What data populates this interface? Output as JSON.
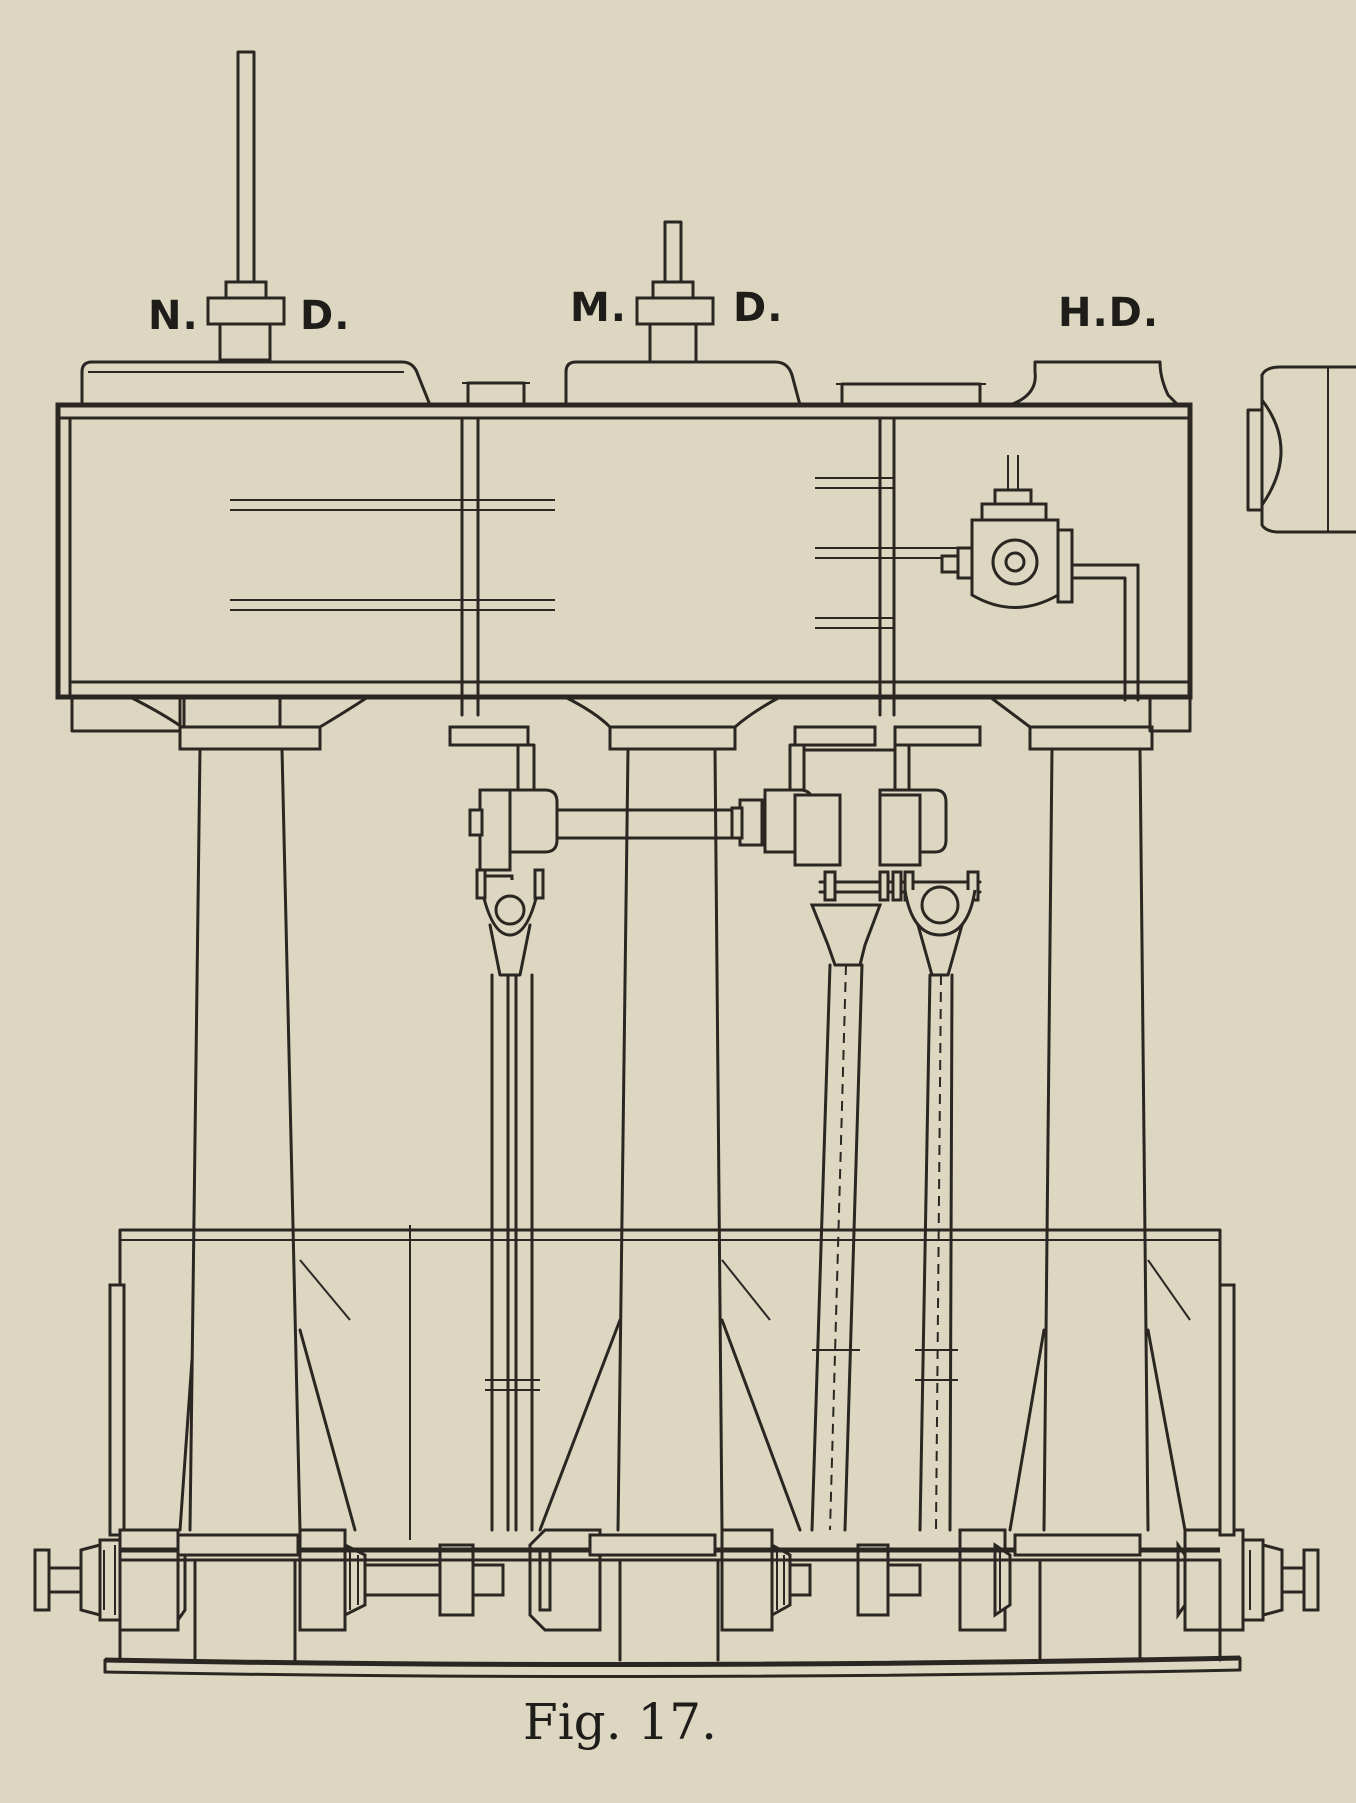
{
  "labels": {
    "nd_left": "N.",
    "nd_right": "D.",
    "md_left": "M.",
    "md_right": "D.",
    "hd": "H.D."
  },
  "caption": "Fig. 17."
}
